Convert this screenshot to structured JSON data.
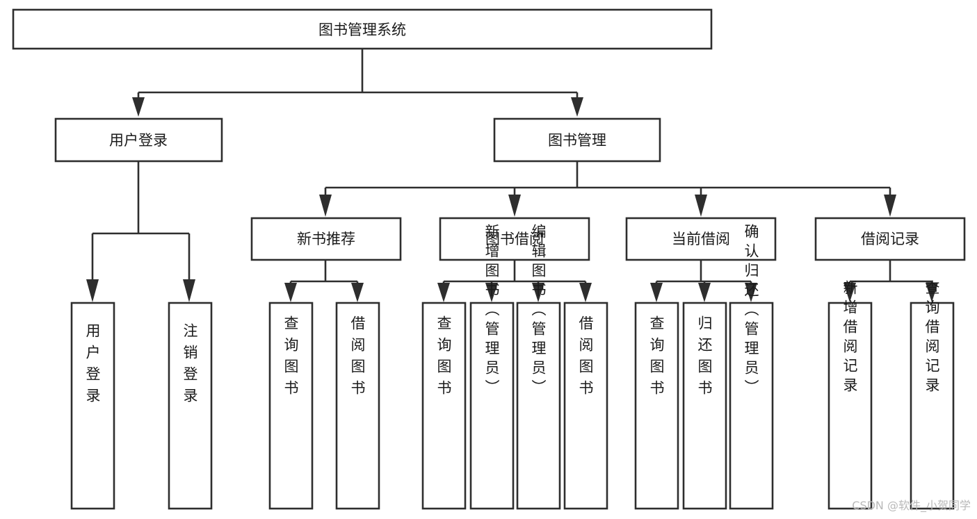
{
  "diagram": {
    "title": "图书管理系统",
    "type": "tree",
    "orientation": "top-down",
    "background_color": "#ffffff",
    "line_color": "#2e2e2e",
    "box_fill": "#ffffff",
    "text_color": "#1a1a1a"
  },
  "watermark": {
    "text": "CSDN @软件_小贺同学",
    "color": "#b9b9b9"
  },
  "nodes": {
    "root": {
      "label": "图书管理系统",
      "level": 1,
      "orientation": "horizontal"
    },
    "l2": [
      {
        "id": "user-login",
        "label": "用户登录",
        "level": 2,
        "orientation": "horizontal"
      },
      {
        "id": "book-manage",
        "label": "图书管理",
        "level": 2,
        "orientation": "horizontal"
      }
    ],
    "l3": [
      {
        "id": "new-book-rec",
        "label": "新书推荐",
        "level": 3,
        "orientation": "horizontal"
      },
      {
        "id": "book-borrow",
        "label": "图书借阅",
        "level": 3,
        "orientation": "horizontal"
      },
      {
        "id": "current-borrow",
        "label": "当前借阅",
        "level": 3,
        "orientation": "horizontal"
      },
      {
        "id": "borrow-record",
        "label": "借阅记录",
        "level": 3,
        "orientation": "horizontal"
      }
    ],
    "leaves": [
      {
        "id": "leaf-user-login",
        "label": "用户登录",
        "parent": "user-login",
        "orientation": "vertical"
      },
      {
        "id": "leaf-user-logout",
        "label": "注销登录",
        "parent": "user-login",
        "orientation": "vertical"
      },
      {
        "id": "leaf-query-book-1",
        "label": "查询图书",
        "parent": "new-book-rec",
        "orientation": "vertical"
      },
      {
        "id": "leaf-borrow-book-1",
        "label": "借阅图书",
        "parent": "new-book-rec",
        "orientation": "vertical"
      },
      {
        "id": "leaf-query-book-2",
        "label": "查询图书",
        "parent": "book-borrow",
        "orientation": "vertical"
      },
      {
        "id": "leaf-add-book",
        "label": "新增图书（管理员）",
        "parent": "book-borrow",
        "orientation": "vertical"
      },
      {
        "id": "leaf-edit-book",
        "label": "编辑图书（管理员）",
        "parent": "book-borrow",
        "orientation": "vertical"
      },
      {
        "id": "leaf-borrow-book-2",
        "label": "借阅图书",
        "parent": "book-borrow",
        "orientation": "vertical"
      },
      {
        "id": "leaf-query-book-3",
        "label": "查询图书",
        "parent": "current-borrow",
        "orientation": "vertical"
      },
      {
        "id": "leaf-return-book",
        "label": "归还图书",
        "parent": "current-borrow",
        "orientation": "vertical"
      },
      {
        "id": "leaf-confirm-return",
        "label": "确认归还（管理员）",
        "parent": "current-borrow",
        "orientation": "vertical"
      },
      {
        "id": "leaf-add-record",
        "label": "新增借阅记录",
        "parent": "borrow-record",
        "orientation": "vertical"
      },
      {
        "id": "leaf-query-record",
        "label": "查询借阅记录",
        "parent": "borrow-record",
        "orientation": "vertical"
      }
    ]
  },
  "chart_data": {
    "type": "tree",
    "title": "图书管理系统",
    "edges": [
      {
        "from": "图书管理系统",
        "to": "用户登录"
      },
      {
        "from": "图书管理系统",
        "to": "图书管理"
      },
      {
        "from": "用户登录",
        "to": "用户登录"
      },
      {
        "from": "用户登录",
        "to": "注销登录"
      },
      {
        "from": "图书管理",
        "to": "新书推荐"
      },
      {
        "from": "图书管理",
        "to": "图书借阅"
      },
      {
        "from": "图书管理",
        "to": "当前借阅"
      },
      {
        "from": "图书管理",
        "to": "借阅记录"
      },
      {
        "from": "新书推荐",
        "to": "查询图书"
      },
      {
        "from": "新书推荐",
        "to": "借阅图书"
      },
      {
        "from": "图书借阅",
        "to": "查询图书"
      },
      {
        "from": "图书借阅",
        "to": "新增图书（管理员）"
      },
      {
        "from": "图书借阅",
        "to": "编辑图书（管理员）"
      },
      {
        "from": "图书借阅",
        "to": "借阅图书"
      },
      {
        "from": "当前借阅",
        "to": "查询图书"
      },
      {
        "from": "当前借阅",
        "to": "归还图书"
      },
      {
        "from": "当前借阅",
        "to": "确认归还（管理员）"
      },
      {
        "from": "借阅记录",
        "to": "新增借阅记录"
      },
      {
        "from": "借阅记录",
        "to": "查询借阅记录"
      }
    ]
  }
}
